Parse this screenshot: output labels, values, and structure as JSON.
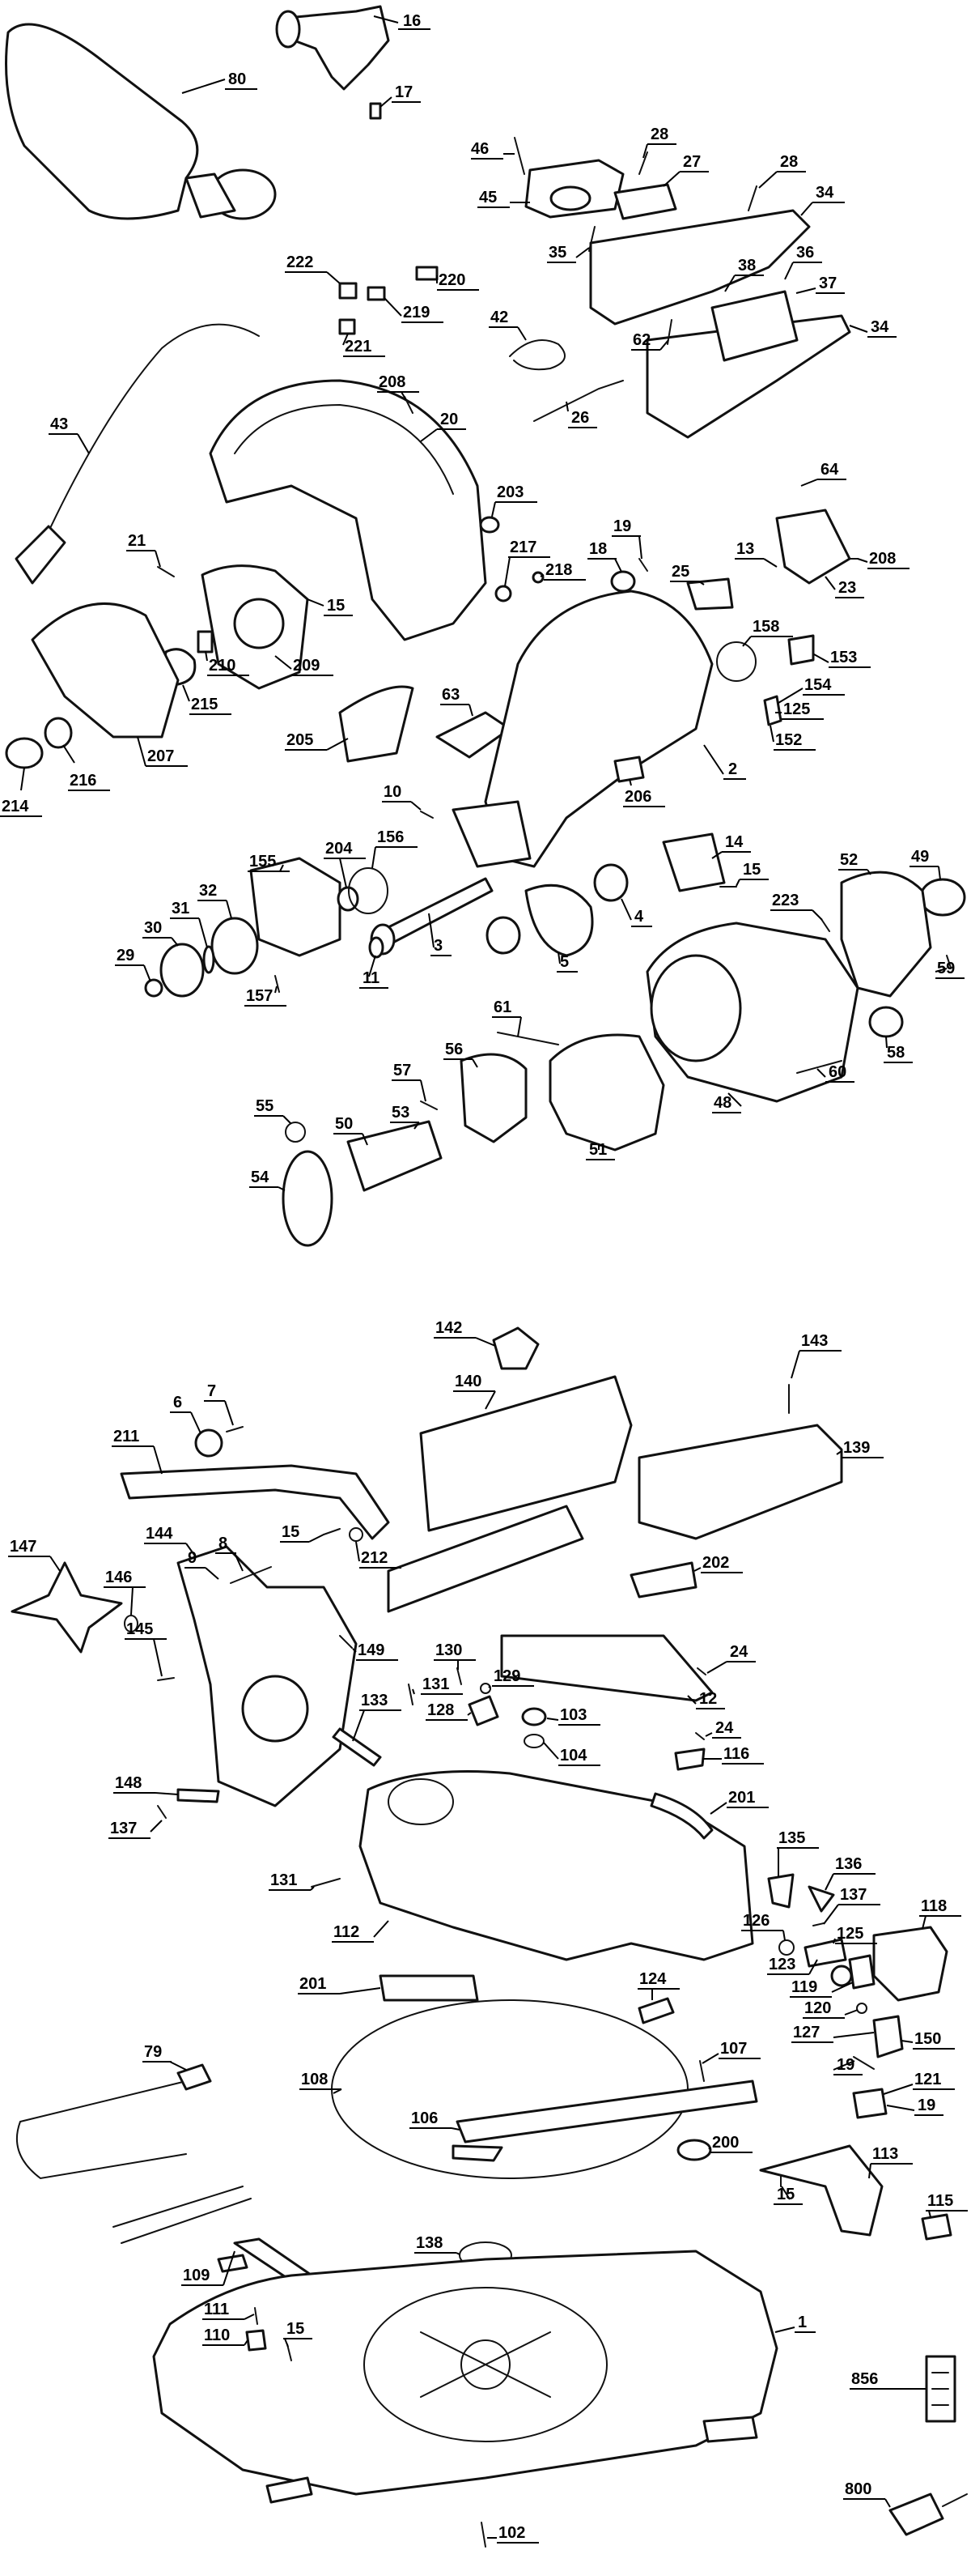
{
  "diagram": {
    "labels": {
      "l_16": "16",
      "l_80": "80",
      "l_17": "17",
      "l_46": "46",
      "l_28a": "28",
      "l_27": "27",
      "l_28b": "28",
      "l_45": "45",
      "l_34a": "34",
      "l_35": "35",
      "l_222": "222",
      "l_220": "220",
      "l_219": "219",
      "l_38": "38",
      "l_36": "36",
      "l_37": "37",
      "l_221": "221",
      "l_42": "42",
      "l_62": "62",
      "l_34b": "34",
      "l_208a": "208",
      "l_20": "20",
      "l_26": "26",
      "l_43": "43",
      "l_64": "64",
      "l_203": "203",
      "l_19a": "19",
      "l_21": "21",
      "l_217": "217",
      "l_18": "18",
      "l_13": "13",
      "l_208b": "208",
      "l_15a": "15",
      "l_218": "218",
      "l_25": "25",
      "l_23": "23",
      "l_158": "158",
      "l_153": "153",
      "l_210": "210",
      "l_209": "209",
      "l_215": "215",
      "l_154": "154",
      "l_63": "63",
      "l_125a": "125",
      "l_205": "205",
      "l_152": "152",
      "l_207": "207",
      "l_2": "2",
      "l_214": "214",
      "l_216": "216",
      "l_206": "206",
      "l_10": "10",
      "l_14": "14",
      "l_49": "49",
      "l_155": "155",
      "l_204": "204",
      "l_156": "156",
      "l_52": "52",
      "l_15b": "15",
      "l_32": "32",
      "l_223": "223",
      "l_31": "31",
      "l_4": "4",
      "l_30": "30",
      "l_29": "29",
      "l_3": "3",
      "l_59": "59",
      "l_157": "157",
      "l_11": "11",
      "l_5": "5",
      "l_61": "61",
      "l_58": "58",
      "l_60": "60",
      "l_56": "56",
      "l_57": "57",
      "l_48": "48",
      "l_55": "55",
      "l_53": "53",
      "l_50": "50",
      "l_51": "51",
      "l_54": "54",
      "l_142": "142",
      "l_143": "143",
      "l_140": "140",
      "l_6": "6",
      "l_7": "7",
      "l_139": "139",
      "l_211": "211",
      "l_15c": "15",
      "l_147": "147",
      "l_144": "144",
      "l_8": "8",
      "l_212": "212",
      "l_9": "9",
      "l_202": "202",
      "l_146": "146",
      "l_145": "145",
      "l_149": "149",
      "l_24a": "24",
      "l_130": "130",
      "l_131a": "131",
      "l_129": "129",
      "l_12": "12",
      "l_128": "128",
      "l_133": "133",
      "l_103": "103",
      "l_24b": "24",
      "l_148": "148",
      "l_104": "104",
      "l_116": "116",
      "l_137a": "137",
      "l_201a": "201",
      "l_135": "135",
      "l_136": "136",
      "l_131b": "131",
      "l_137b": "137",
      "l_118": "118",
      "l_126": "126",
      "l_125b": "125",
      "l_123": "123",
      "l_112": "112",
      "l_119": "119",
      "l_201b": "201",
      "l_124": "124",
      "l_120": "120",
      "l_127": "127",
      "l_150": "150",
      "l_107": "107",
      "l_19b": "19",
      "l_121": "121",
      "l_79": "79",
      "l_108": "108",
      "l_19c": "19",
      "l_106": "106",
      "l_200": "200",
      "l_15d": "15",
      "l_113": "113",
      "l_138": "138",
      "l_115": "115",
      "l_109": "109",
      "l_1": "1",
      "l_111": "111",
      "l_110": "110",
      "l_15e": "15",
      "l_856": "856",
      "l_800": "800",
      "l_102": "102"
    }
  }
}
